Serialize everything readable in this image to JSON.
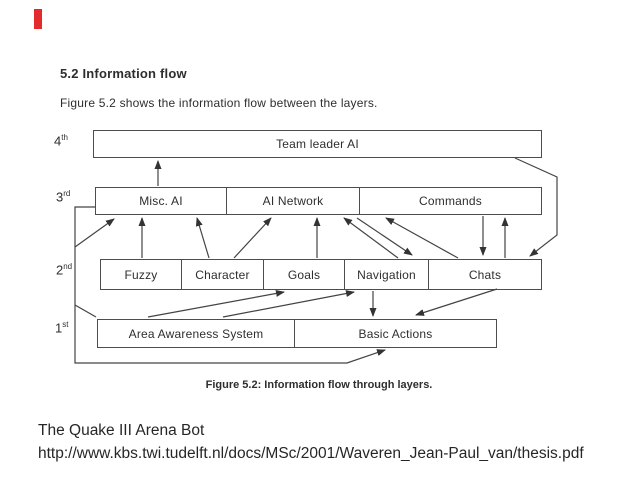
{
  "slide": {
    "accent_color": "#e42b2b"
  },
  "document": {
    "section_heading": "5.2 Information flow",
    "intro_text": "Figure 5.2 shows the information flow between the layers.",
    "caption": "Figure 5.2: Information flow through layers."
  },
  "diagram": {
    "layers": [
      {
        "num": "4",
        "sup": "th",
        "cells": [
          "Team leader AI"
        ]
      },
      {
        "num": "3",
        "sup": "rd",
        "cells": [
          "Misc. AI",
          "AI Network",
          "Commands"
        ]
      },
      {
        "num": "2",
        "sup": "nd",
        "cells": [
          "Fuzzy",
          "Character",
          "Goals",
          "Navigation",
          "Chats"
        ]
      },
      {
        "num": "1",
        "sup": "st",
        "cells": [
          "Area Awareness System",
          "Basic Actions"
        ]
      }
    ],
    "connections": [
      {
        "from": "Misc. AI",
        "to": "Team leader AI"
      },
      {
        "from": "Team leader AI",
        "to": "Chats",
        "route": "right side"
      },
      {
        "from": "Misc. AI",
        "to": "Basic Actions",
        "route": "left and bottom"
      },
      {
        "from": "Area Awareness System",
        "to": "Misc. AI",
        "route": "left side"
      },
      {
        "from": "Fuzzy",
        "to": "Misc. AI"
      },
      {
        "from": "Character",
        "to": "Misc. AI"
      },
      {
        "from": "Character",
        "to": "AI Network"
      },
      {
        "from": "Goals",
        "to": "AI Network"
      },
      {
        "from": "Navigation",
        "to": "AI Network"
      },
      {
        "from": "AI Network",
        "to": "Navigation"
      },
      {
        "from": "Chats",
        "to": "AI Network"
      },
      {
        "from": "Commands",
        "to": "Chats"
      },
      {
        "from": "Chats",
        "to": "Commands"
      },
      {
        "from": "Area Awareness System",
        "to": "Goals"
      },
      {
        "from": "Area Awareness System",
        "to": "Navigation"
      },
      {
        "from": "Navigation",
        "to": "Basic Actions"
      },
      {
        "from": "Chats",
        "to": "Basic Actions"
      }
    ]
  },
  "footer": {
    "title": "The Quake III Arena Bot",
    "url": "http://www.kbs.twi.tudelft.nl/docs/MSc/2001/Waveren_Jean-Paul_van/thesis.pdf"
  }
}
